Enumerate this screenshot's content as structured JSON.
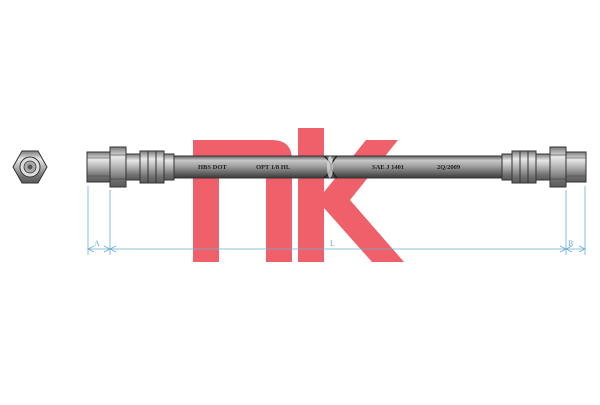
{
  "logo": {
    "text": "nk",
    "color": "#f0606a"
  },
  "hose": {
    "markings": [
      "HBS DOT",
      "OPT 1/8 HL",
      "SAE J 1401",
      "2Q/2009"
    ]
  },
  "dimensions": {
    "left_label": "A",
    "middle_label": "L",
    "right_label": "B",
    "line_color": "#6aaed0"
  }
}
